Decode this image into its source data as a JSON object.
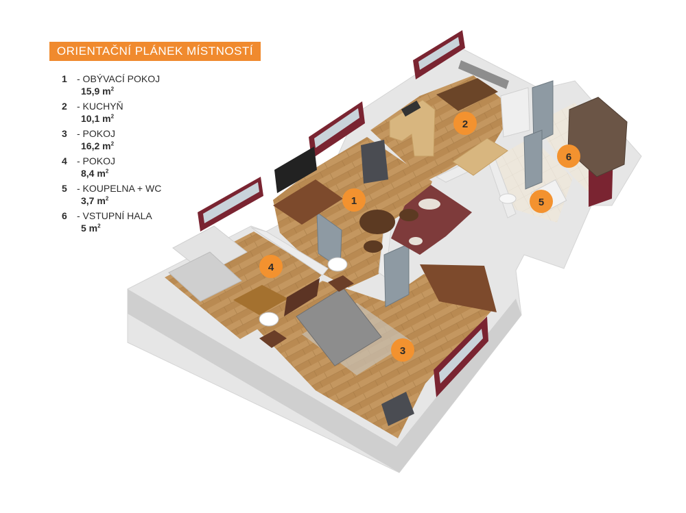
{
  "title": "ORIENTAČNÍ PLÁNEK MÍSTNOSTÍ",
  "rooms": [
    {
      "number": "1",
      "name": "- OBÝVACÍ POKOJ",
      "area": "15,9 m",
      "unit_sup": "2"
    },
    {
      "number": "2",
      "name": "- KUCHYŇ",
      "area": "10,1 m",
      "unit_sup": "2"
    },
    {
      "number": "3",
      "name": "- POKOJ",
      "area": "16,2 m",
      "unit_sup": "2"
    },
    {
      "number": "4",
      "name": "- POKOJ",
      "area": "8,4 m",
      "unit_sup": "2"
    },
    {
      "number": "5",
      "name": "- KOUPELNA + WC",
      "area": "3,7 m",
      "unit_sup": "2"
    },
    {
      "number": "6",
      "name": "- VSTUPNÍ HALA",
      "area": "5 m",
      "unit_sup": "2"
    }
  ],
  "markers": [
    "1",
    "2",
    "3",
    "4",
    "5",
    "6"
  ],
  "colors": {
    "accent": "#f08a2e",
    "marker": "#f3922f",
    "wall": "#e6e6e6",
    "wall_side": "#cfcfcf",
    "floor_wood": "#b98a52",
    "floor_tile": "#ede7dc",
    "window_frame": "#7a2431"
  }
}
